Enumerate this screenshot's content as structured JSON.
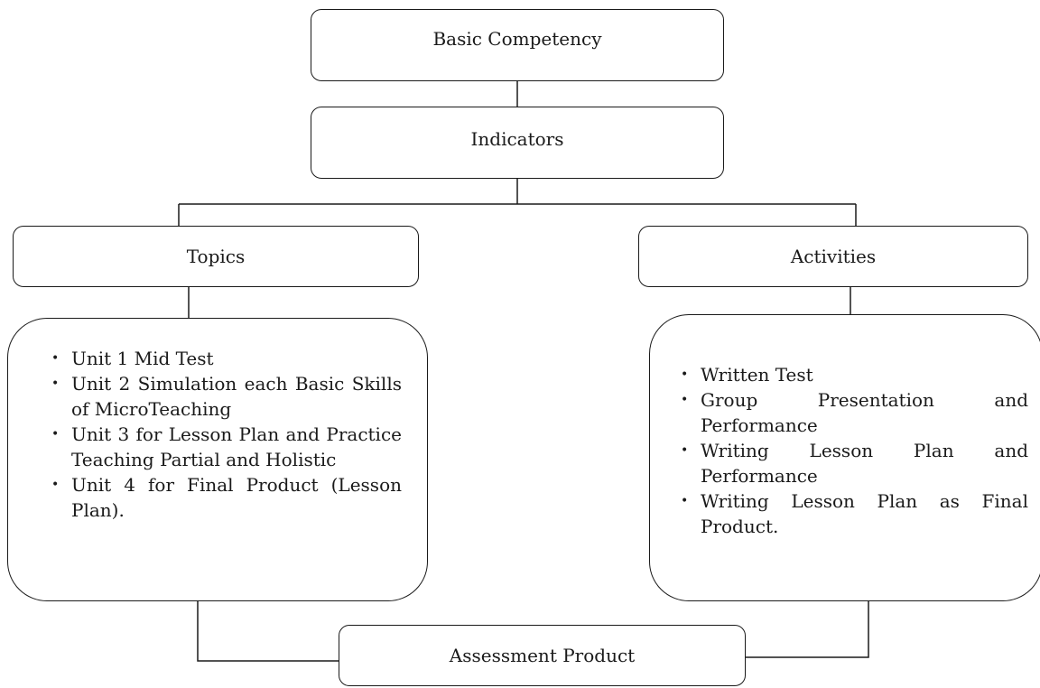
{
  "nodes": {
    "basic_competency": "Basic Competency",
    "indicators": "Indicators",
    "topics": "Topics",
    "activities": "Activities",
    "assessment_product": "Assessment Product"
  },
  "topics_list": [
    "Unit 1 Mid Test",
    "Unit 2 Simulation each Basic Skills of MicroTeaching",
    "Unit 3 for Lesson Plan and Practice Teaching Partial and Holistic",
    "Unit 4 for Final Product (Lesson Plan)."
  ],
  "activities_list": [
    "Written Test",
    "Group Presentation and Performance",
    "Writing Lesson Plan and Performance",
    "Writing Lesson Plan as Final Product."
  ],
  "bullet_glyph": "•",
  "colors": {
    "line": "#1a1a1a",
    "background": "#ffffff"
  }
}
